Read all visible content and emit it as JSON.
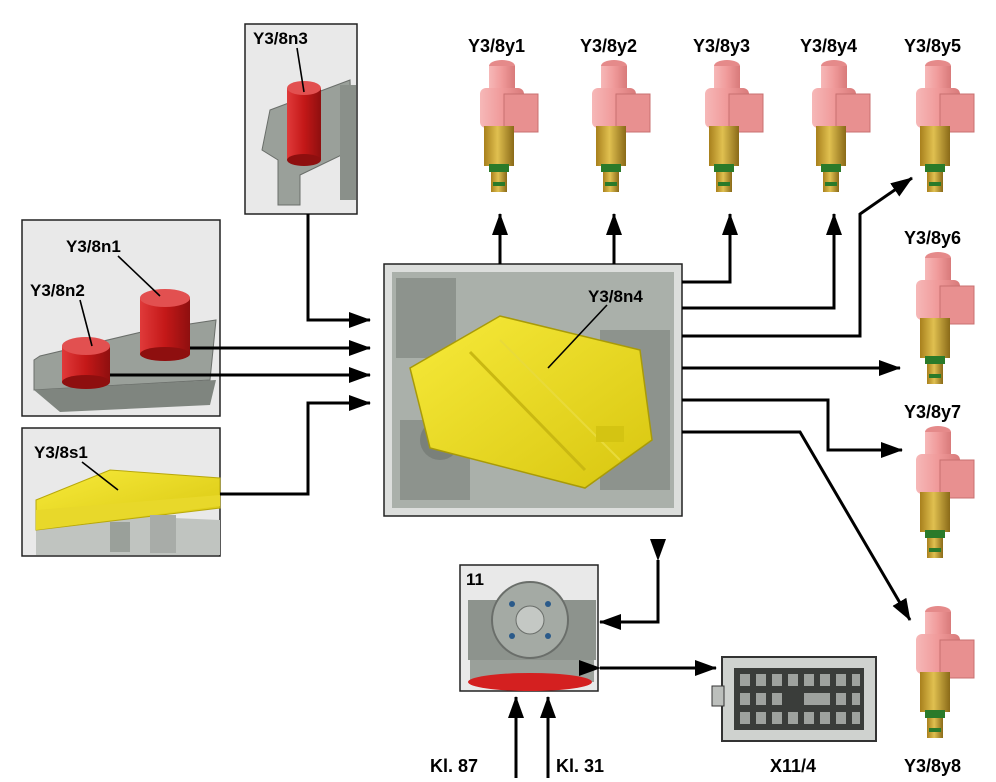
{
  "labels": {
    "n3": "Y3/8n3",
    "n1": "Y3/8n1",
    "n2": "Y3/8n2",
    "s1": "Y3/8s1",
    "n4": "Y3/8n4",
    "y1": "Y3/8y1",
    "y2": "Y3/8y2",
    "y3": "Y3/8y3",
    "y4": "Y3/8y4",
    "y5": "Y3/8y5",
    "y6": "Y3/8y6",
    "y7": "Y3/8y7",
    "y8": "Y3/8y8",
    "ecu": "11",
    "kl87": "Kl. 87",
    "kl31": "Kl. 31",
    "connector": "X11/4"
  },
  "colors": {
    "sensor_red": "#d42020",
    "plate_yellow": "#f2e21a",
    "valve_pink": "#f0a0a0",
    "valve_brass": "#c8a030",
    "housing_gray": "#9aa09a"
  },
  "icons": {
    "valve": "solenoid-valve-icon",
    "arrow": "arrow-head-icon"
  }
}
